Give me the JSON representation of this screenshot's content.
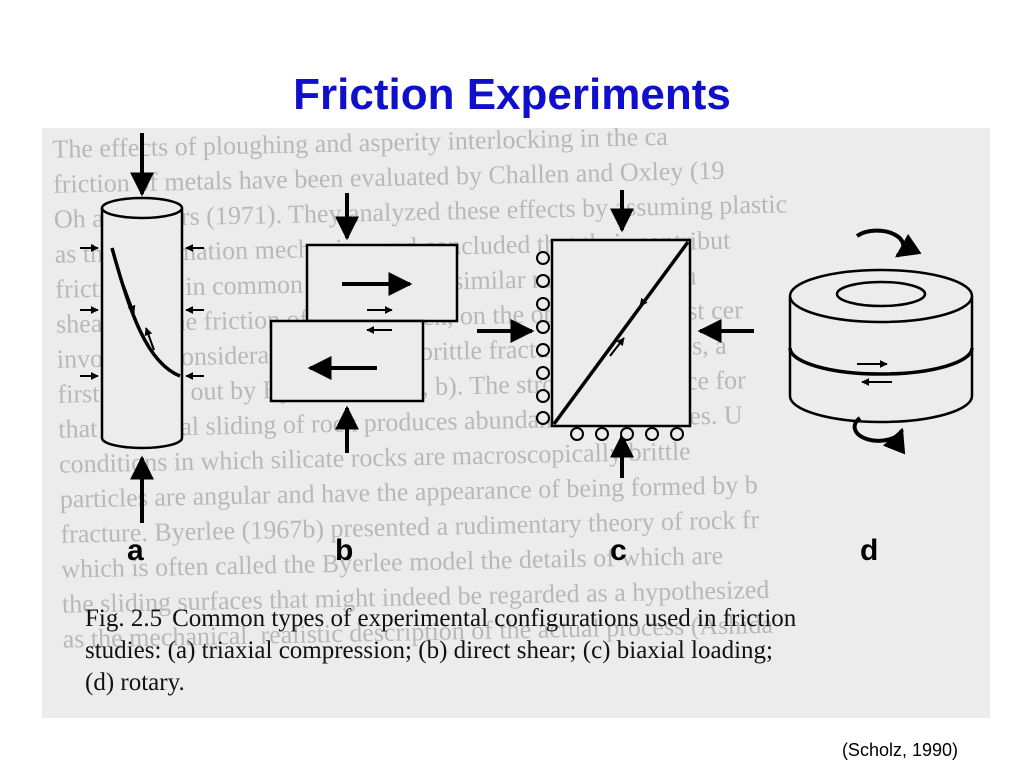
{
  "slide": {
    "title": "Friction Experiments",
    "citation": "(Scholz, 1990)"
  },
  "figure": {
    "panel_labels": [
      "a",
      "b",
      "c",
      "d"
    ],
    "caption_number": "Fig. 2.5",
    "caption_lines": [
      "Common types of experimental configurations used in friction",
      "studies: (a) triaxial compression; (b) direct shear; (c) biaxial loading;",
      "(d) rotary."
    ],
    "background_text_lines": [
      "The effects of ploughing and asperity interlocking in the ca",
      "friction of metals have been evaluated by Challen and Oxley (19",
      "Oh and others (1971). They analyzed these effects by assuming plastic",
      "as the deformation mechanism and concluded that their contribut",
      "friction was in common cases each of similar magnitude. Inju",
      "shearing. The friction of sheared rock, on the other hand, most cer",
      "involves a considerable amount of brittle fracture of asperities, a",
      "first pointed out by Byerlee (1967a, b). The strongest evidence for",
      "that frictional sliding of rock produces abundant wear particles. U",
      "conditions in which silicate rocks are macroscopically brittle",
      "particles are angular and have the appearance of being formed by b",
      "fracture. Byerlee (1967b) presented a rudimentary theory of rock fr",
      "which is often called the Byerlee model the details of which are",
      "the sliding surfaces that might indeed be regarded as a hypothesized",
      "as the mechanical, realistic description of the actual process (Ashida"
    ]
  }
}
